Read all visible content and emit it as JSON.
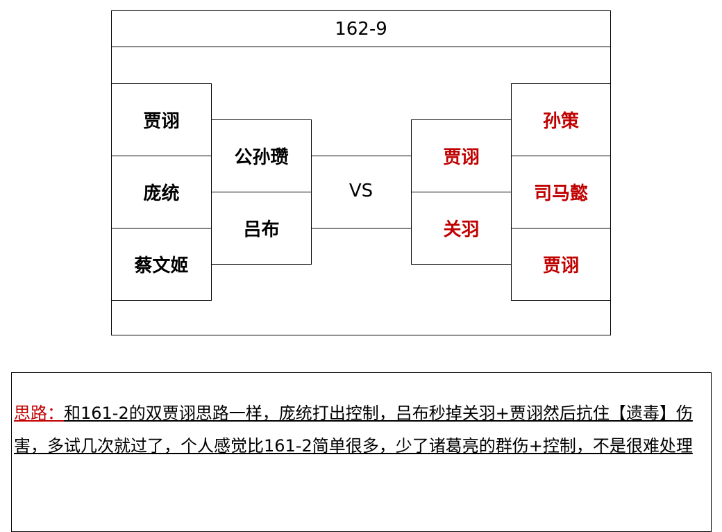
{
  "stage": {
    "title": "162-9"
  },
  "my_team": {
    "back_row": [
      "贾诩",
      "庞统",
      "蔡文姬"
    ],
    "front_row": [
      "公孙瓒",
      "吕布"
    ]
  },
  "vs_label": "VS",
  "enemy_team": {
    "front_row": [
      "贾诩",
      "关羽"
    ],
    "back_row": [
      "孙策",
      "司马懿",
      "贾诩"
    ]
  },
  "note": {
    "prefix": "思路：",
    "body": "和161-2的双贾诩思路一样，庞统打出控制，吕布秒掉关羽+贾诩然后抗住【遗毒】伤害，多试几次就过了，个人感觉比161-2简单很多，少了诸葛亮的群伤+控制，不是很难处理"
  },
  "colors": {
    "enemy_text": "#c00000",
    "prefix_text": "#c00000",
    "border": "#000000"
  }
}
